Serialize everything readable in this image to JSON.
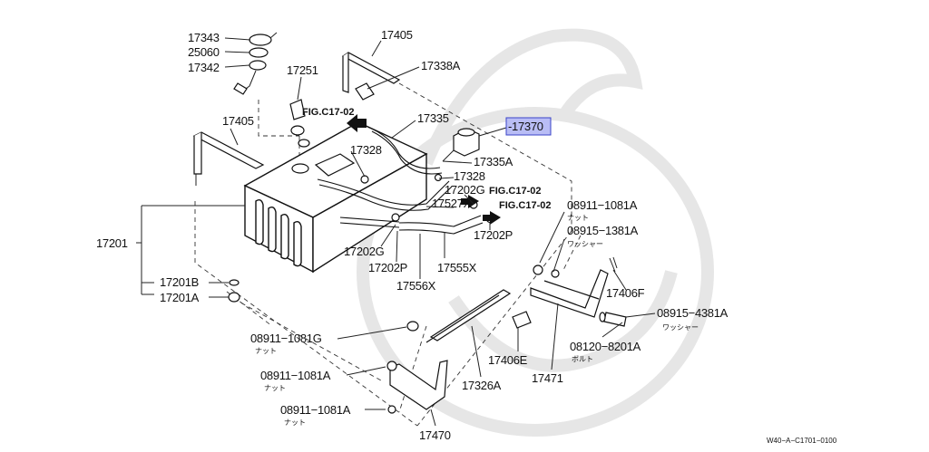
{
  "labels": {
    "p17343": "17343",
    "p25060": "25060",
    "p17342": "17342",
    "p17251": "17251",
    "p17405_top": "17405",
    "p17338A": "17338A",
    "p17405_left": "17405",
    "fig_top": "FIG.C17-02",
    "p17335": "17335",
    "p17370": "-17370",
    "p17328_a": "17328",
    "p17335A": "17335A",
    "p17328_b": "17328",
    "p17202G_top": "17202G",
    "fig_mid": "FIG.C17-02",
    "p17527X": "17527X",
    "fig_right": "FIG.C17-02",
    "p17201": "17201",
    "p17202G_bot": "17202G",
    "p17202P_right": "17202P",
    "p17202P_bot": "17202P",
    "p17555X": "17555X",
    "p17556X": "17556X",
    "p17201B": "17201B",
    "p17201A": "17201A",
    "p08911_1081A_top": "08911−1081A",
    "jp_nut_1": "ナット",
    "p08915_1381A": "08915−1381A",
    "jp_washer_1": "ワッシャー",
    "p17406F": "17406F",
    "p08915_4381A": "08915−4381A",
    "jp_washer_2": "ワッシャー",
    "p08911_1081G": "08911−1081G",
    "jp_nut_2": "ナット",
    "p17406E": "17406E",
    "p08120_8201A": "08120−8201A",
    "jp_bolt": "ボルト",
    "p08911_1081A_mid": "08911−1081A",
    "jp_nut_3": "ナット",
    "p17326A": "17326A",
    "p17471": "17471",
    "p08911_1081A_bot": "08911−1081A",
    "jp_nut_4": "ナット",
    "p17470": "17470",
    "diagram_code": "W40−A−C1701−0100"
  },
  "colors": {
    "highlight_fill": "#b9bdf5",
    "highlight_border": "#3a44c8",
    "line": "#222222",
    "watermark": "#e6e6e6"
  }
}
